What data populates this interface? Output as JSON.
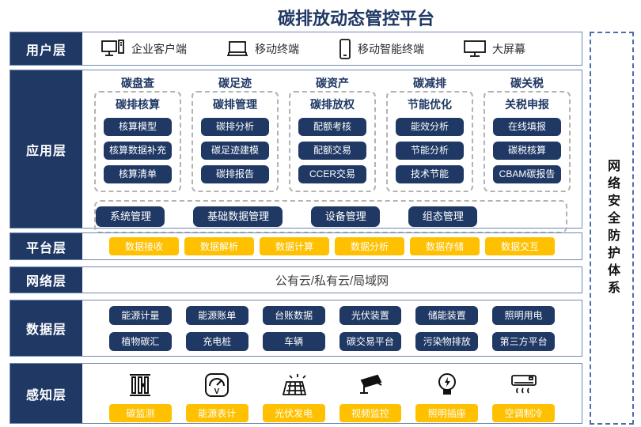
{
  "title": "碳排放动态管控平台",
  "security_sidebar": {
    "label": "网络安全防护体系"
  },
  "layers": {
    "user": {
      "label": "用户层",
      "items": [
        {
          "icon": "desktop-pc-icon",
          "label": "企业客户端"
        },
        {
          "icon": "laptop-icon",
          "label": "移动终端"
        },
        {
          "icon": "smartphone-icon",
          "label": "移动智能终端"
        },
        {
          "icon": "big-screen-icon",
          "label": "大屏幕"
        }
      ]
    },
    "application": {
      "label": "应用层",
      "columns": [
        {
          "title": "碳盘查",
          "subtitle": "碳排核算",
          "items": [
            "核算模型",
            "核算数据补充",
            "核算清单"
          ]
        },
        {
          "title": "碳足迹",
          "subtitle": "碳排管理",
          "items": [
            "碳排分析",
            "碳足迹建模",
            "碳排报告"
          ]
        },
        {
          "title": "碳资产",
          "subtitle": "碳排放权",
          "items": [
            "配额考核",
            "配额交易",
            "CCER交易"
          ]
        },
        {
          "title": "碳减排",
          "subtitle": "节能优化",
          "items": [
            "能效分析",
            "节能分析",
            "技术节能"
          ]
        },
        {
          "title": "碳关税",
          "subtitle": "关税申报",
          "items": [
            "在线填报",
            "碳税核算",
            "CBAM碳报告"
          ]
        }
      ],
      "common_items": [
        "系统管理",
        "基础数据管理",
        "设备管理",
        "组态管理"
      ]
    },
    "platform": {
      "label": "平台层",
      "items": [
        "数据接收",
        "数据解析",
        "数据计算",
        "数据分析",
        "数据存储",
        "数据交互"
      ]
    },
    "network": {
      "label": "网络层",
      "value": "公有云/私有云/局域网"
    },
    "data": {
      "label": "数据层",
      "rows": [
        [
          "能源计量",
          "能源账单",
          "台账数据",
          "光伏装置",
          "储能装置",
          "照明用电"
        ],
        [
          "植物碳汇",
          "充电桩",
          "车辆",
          "碳交易平台",
          "污染物排放",
          "第三方平台"
        ]
      ]
    },
    "perception": {
      "label": "感知层",
      "items": [
        {
          "icon": "pipes-icon",
          "label": "碳监测"
        },
        {
          "icon": "meter-icon",
          "label": "能源表计"
        },
        {
          "icon": "solar-panel-icon",
          "label": "光伏发电"
        },
        {
          "icon": "cctv-camera-icon",
          "label": "视频监控"
        },
        {
          "icon": "light-bulb-icon",
          "label": "照明插座"
        },
        {
          "icon": "air-conditioner-icon",
          "label": "空调制冷"
        }
      ]
    }
  },
  "colors": {
    "navy": "#1f3864",
    "yellow": "#ffc000",
    "row_border": "#6e88b2",
    "security_dash": "#4d6fa8"
  }
}
